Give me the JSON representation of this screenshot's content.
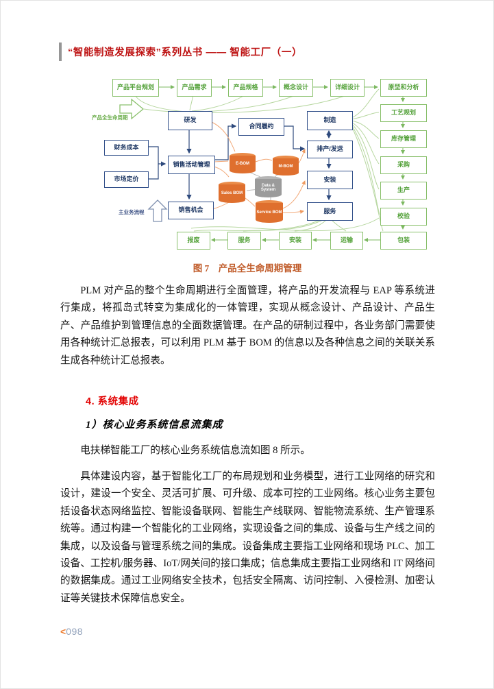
{
  "header": {
    "title": "“智能制造发展探索”系列丛书 —— 智能工厂（一）"
  },
  "figure": {
    "caption": "图 7　产品全生命周期管理",
    "lifecycle_arrow_label": "产品全生命周期",
    "business_flow_label": "主业务流程",
    "top_row": [
      "产品平台规划",
      "产品需求",
      "产品规格",
      "概念设计",
      "详细设计"
    ],
    "right_column": [
      "原型和分析",
      "工艺规划",
      "库存管理",
      "采购",
      "生产",
      "校验",
      "包装"
    ],
    "bottom_row": [
      "报废",
      "服务",
      "安装",
      "运输"
    ],
    "blue_boxes": [
      "研发",
      "合同履约",
      "制造",
      "财务成本",
      "销售活动管理",
      "市场定价",
      "排产/发运",
      "安装",
      "销售机会",
      "服务"
    ],
    "cylinders": [
      "E-BOM",
      "M-BOM",
      "Data & System",
      "Sales BOM",
      "Service BOM"
    ],
    "colors": {
      "green": "#6FAE4B",
      "blue": "#1F3864",
      "orange": "#DF6F2E",
      "gray": "#9B9B9B",
      "caption": "#C05A28"
    }
  },
  "body": {
    "paragraph1": "PLM 对产品的整个生命周期进行全面管理，将产品的开发流程与 EAP 等系统进行集成，将孤岛式转变为集成化的一体管理，实现从概念设计、产品设计、产品生产、产品维护到管理信息的全面数据管理。在产品的研制过程中，各业务部门需要使用各种统计汇总报表，可以利用 PLM 基于 BOM 的信息以及各种信息之间的关联关系生成各种统计汇总报表。",
    "section_heading": "4. 系统集成",
    "subsection_heading": "1）核心业务系统信息流集成",
    "lead_sentence": "电扶梯智能工厂的核心业务系统信息流如图 8 所示。",
    "paragraph2": "具体建设内容，基于智能化工厂的布局规划和业务模型，进行工业网络的研究和设计，建设一个安全、灵活可扩展、可升级、成本可控的工业网络。核心业务主要包括设备状态网络监控、智能设备联网、智能生产线联网、智能物流系统、生产管理系统等。通过构建一个智能化的工业网络，实现设备之间的集成、设备与生产线之间的集成，以及设备与管理系统之间的集成。设备集成主要指工业网络和现场 PLC、加工设备、工控机/服务器、IoT/网关间的接口集成；信息集成主要指工业网络和 IT 网络间的数据集成。通过工业网络安全技术，包括安全隔离、访问控制、入侵检测、加密认证等关键技术保障信息安全。"
  },
  "footer": {
    "page_marker": "<",
    "page_number": "098"
  }
}
